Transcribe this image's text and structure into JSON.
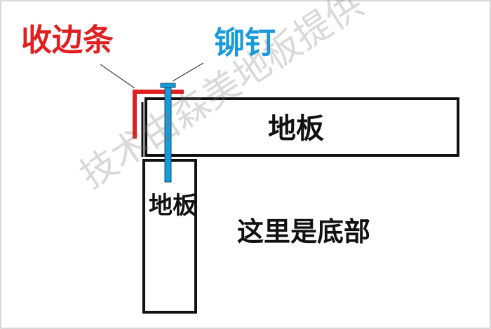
{
  "labels": {
    "trim_strip": "收边条",
    "rivet": "铆钉",
    "floor_horizontal": "地板",
    "floor_vertical": "地板",
    "bottom_note": "这里是底部"
  },
  "watermark": "技术由森美地板提供",
  "colors": {
    "trim": "#e02020",
    "rivet": "#1a9ad8",
    "outline": "#111111",
    "leader": "#444444"
  }
}
